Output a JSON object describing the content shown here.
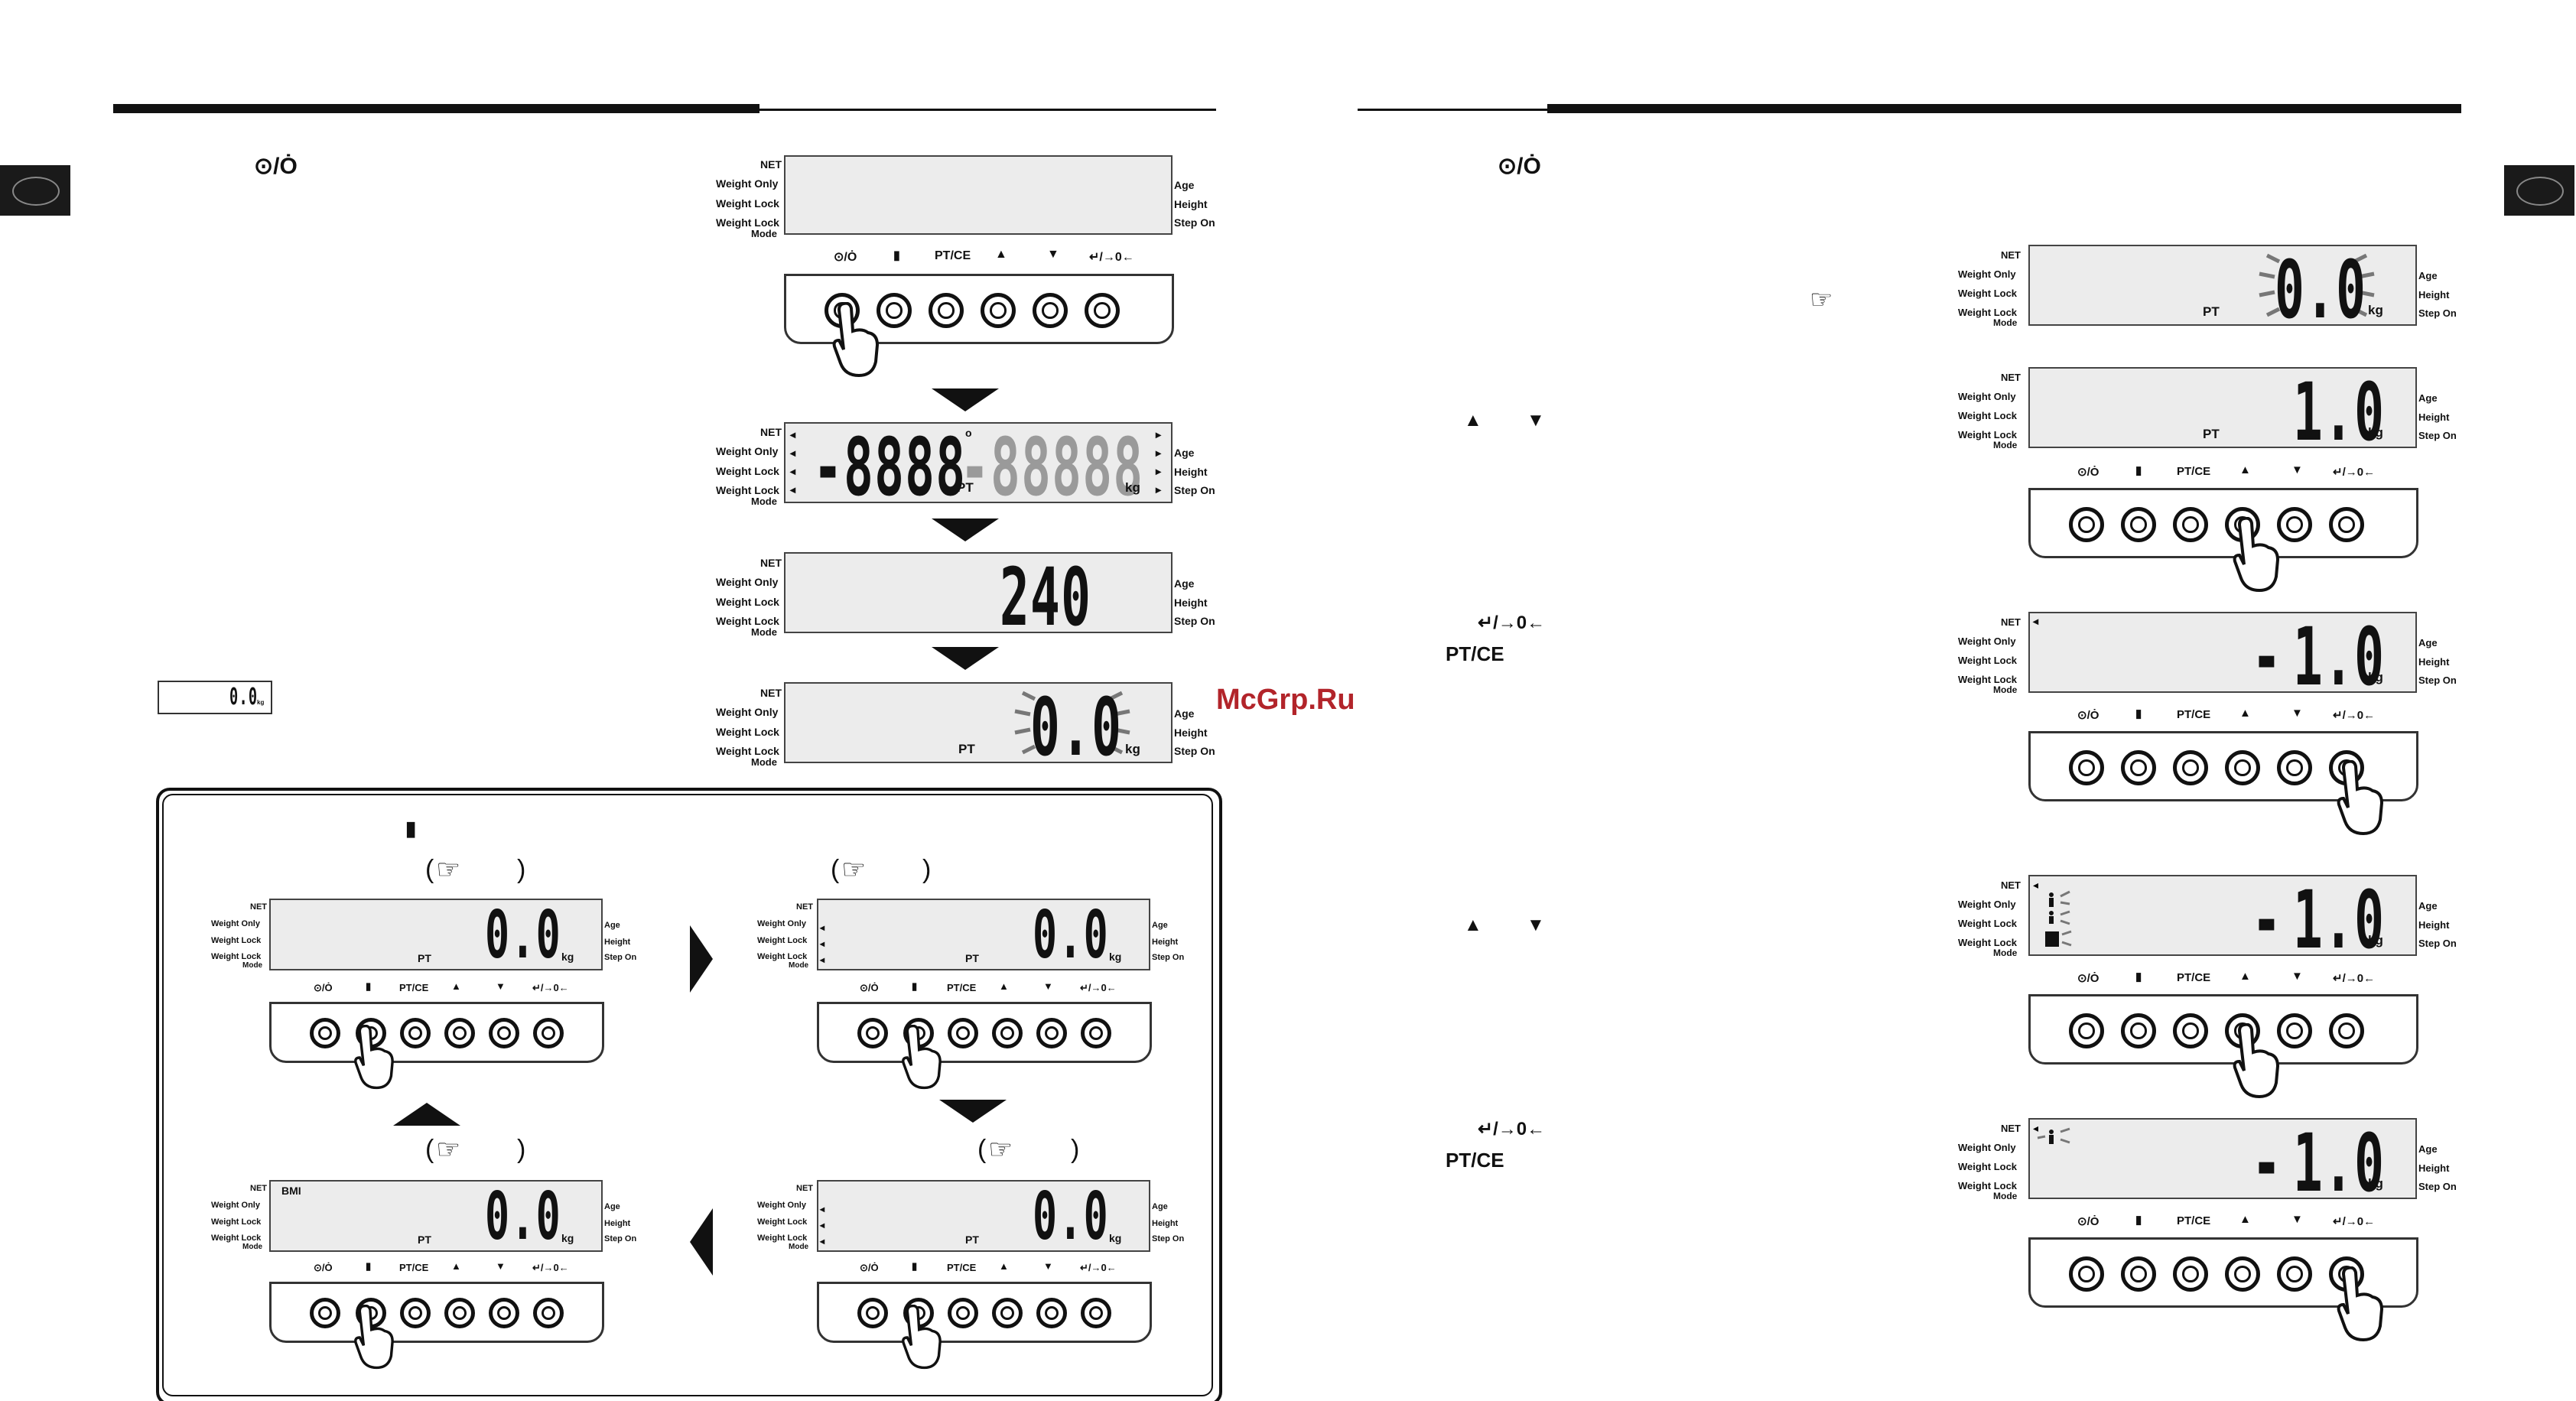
{
  "lcd_left_labels": [
    "NET",
    "Weight  Only",
    "Weight Lock",
    "Weight Lock",
    "Mode"
  ],
  "lcd_right_labels": [
    "Age",
    "Height",
    "Step On"
  ],
  "buttons": {
    "power": "⊙/Ȯ",
    "weight": "▮",
    "ptce": "PT/CE",
    "up": "▲",
    "down": "▼",
    "enter": "↵/→0←"
  },
  "units": {
    "kg": "kg",
    "pt": "PT",
    "bmi": "BMI"
  },
  "left": {
    "power_symbol": "⊙/Ȯ",
    "display_full": "-8888",
    "display_full_ghost": "-88888",
    "display_count": "240",
    "display_zero": "0.0",
    "small_zero": "0.0",
    "small_unit": "kg",
    "box_weight_icon": "▮",
    "paren_open": "(",
    "paren_close": ")",
    "hand_icon": "☞"
  },
  "right": {
    "power_symbol": "⊙/Ȯ",
    "hand_icon": "☞",
    "up": "▲",
    "down": "▼",
    "enter": "↵/→0←",
    "ptce": "PT/CE",
    "display_zero": "0.0",
    "display_one": "1.0",
    "display_neg": "-",
    "display_neg_one": "1.0"
  },
  "watermark": "McGrp.Ru"
}
